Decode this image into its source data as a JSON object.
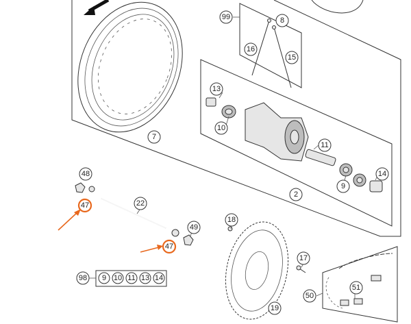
{
  "callouts": {
    "c99": "99",
    "c8": "8",
    "c16": "16",
    "c15": "15",
    "c13": "13",
    "c10": "10",
    "c7": "7",
    "c11": "11",
    "c9": "9",
    "c14": "14",
    "c2": "2",
    "c48": "48",
    "c47a": "47",
    "c22": "22",
    "c47b": "47",
    "c49": "49",
    "c18": "18",
    "c17": "17",
    "c51": "51",
    "c50": "50",
    "c19": "19"
  },
  "kit": {
    "label": "98",
    "items": [
      "9",
      "10",
      "11",
      "13",
      "14"
    ]
  },
  "colors": {
    "highlight": "#e8681d",
    "line": "#333333"
  }
}
